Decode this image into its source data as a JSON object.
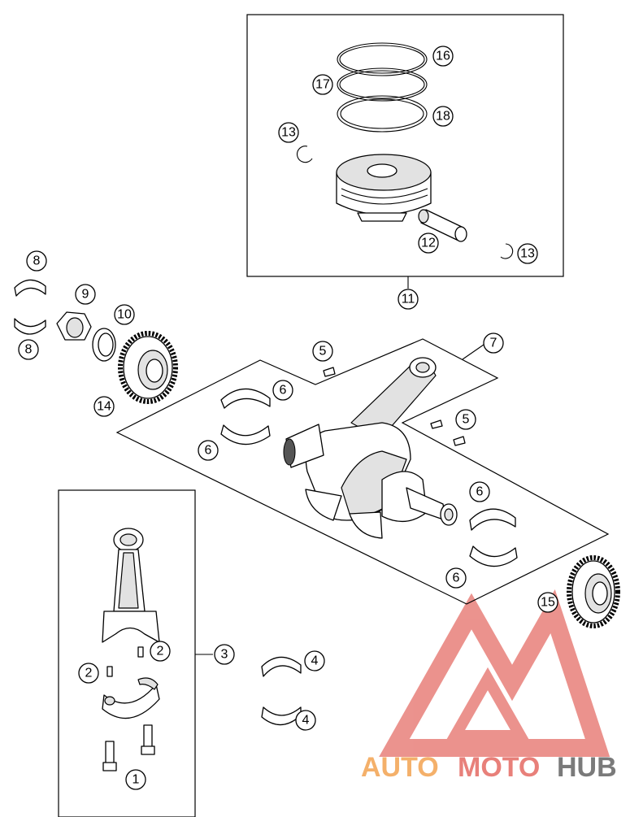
{
  "callouts": {
    "c1": "1",
    "c2a": "2",
    "c2b": "2",
    "c3": "3",
    "c4a": "4",
    "c4b": "4",
    "c5a": "5",
    "c5b": "5",
    "c6a": "6",
    "c6b": "6",
    "c6c": "6",
    "c6d": "6",
    "c7": "7",
    "c8a": "8",
    "c8b": "8",
    "c9": "9",
    "c10": "10",
    "c11": "11",
    "c12": "12",
    "c13a": "13",
    "c13b": "13",
    "c14": "14",
    "c15": "15",
    "c16": "16",
    "c17": "17",
    "c18": "18"
  },
  "watermark": {
    "word_auto": "AUTO",
    "word_moto": "MOTO",
    "word_hub": "HUB",
    "colors": {
      "triangle": "#e8807a",
      "auto": "#f4b06a",
      "moto": "#e8807a",
      "hub": "#7a7a7a"
    }
  }
}
